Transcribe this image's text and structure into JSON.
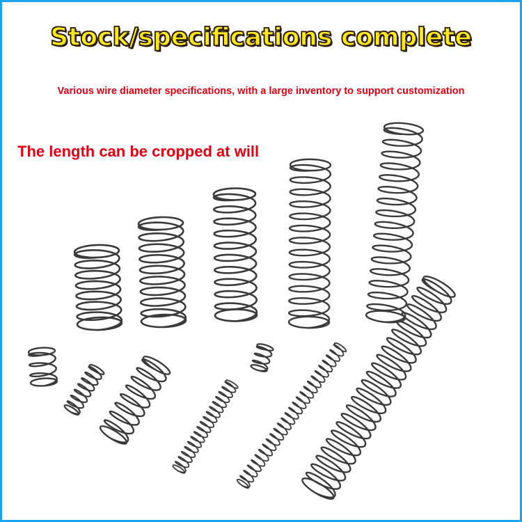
{
  "headline": "Stock/specifications complete",
  "subline": "Various wire diameter specifications, with a large inventory to support customization",
  "length_note": "The length can be cropped at will",
  "colors": {
    "border": "#1aa3f0",
    "headline_fill": "#ffe81a",
    "headline_outline": "#2a1c00",
    "text_red": "#e60012",
    "spring_steel": "#3a3a3a"
  },
  "springs": [
    {
      "name": "spring-short-large"
    },
    {
      "name": "spring-medium-large"
    },
    {
      "name": "spring-tall-large"
    },
    {
      "name": "spring-taller-large"
    },
    {
      "name": "spring-tallest-large"
    },
    {
      "name": "spring-tiny"
    },
    {
      "name": "spring-small-angled"
    },
    {
      "name": "spring-medium-angled"
    },
    {
      "name": "spring-tiny-center"
    },
    {
      "name": "spring-fine-angled"
    },
    {
      "name": "spring-long-fine-angled"
    },
    {
      "name": "spring-long-large-angled"
    }
  ]
}
